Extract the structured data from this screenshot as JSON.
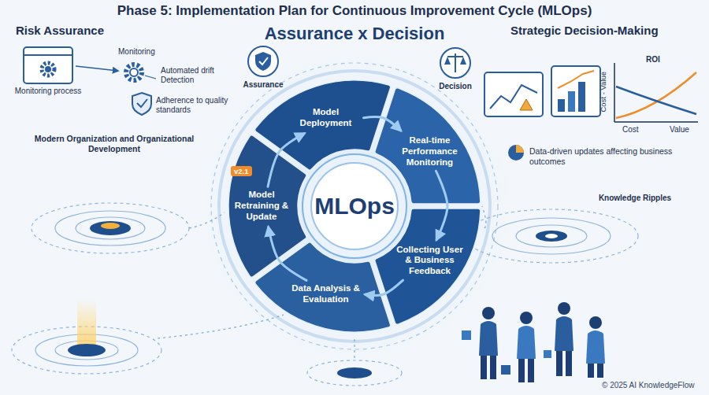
{
  "diagram": {
    "title": "Phase 5: Implementation Plan for Continuous Improvement Cycle (MLOps)",
    "nodes": [
      {
        "text": [
          "Model Deployment"
        ]
      },
      {
        "text": [
          "Real-time Performance Monitoring"
        ]
      },
      {
        "text": [
          "Collecting User & Business Feedback"
        ]
      },
      {
        "text": [
          "Data Analysis & Evaluation"
        ]
      },
      {
        "text": [
          "Model Retraining & Update"
        ]
      },
      {
        "text": [
          "MLOps"
        ]
      }
    ],
    "edges": [
      {
        "from": 0,
        "to": 1,
        "arrow": "to"
      },
      {
        "from": 1,
        "to": 2,
        "arrow": "to"
      },
      {
        "from": 2,
        "to": 3,
        "arrow": "to"
      },
      {
        "from": 3,
        "to": 4,
        "arrow": "to"
      },
      {
        "from": 4,
        "to": 0,
        "arrow": "to"
      }
    ],
    "labels": [
      "Assurance x Decision",
      "Risk Assurance",
      "Strategic Decision-Making",
      "Monitoring process",
      "Monitoring",
      "Automated drift Detection",
      "Adherence to quality standards",
      "Assurance",
      "Decision",
      "ROI",
      "Cost - Value",
      "Cost",
      "Value",
      "Data-driven updates affecting business outcomes",
      "Modern Organization and Organizational Development",
      "Knowledge Ripples",
      "v2.1",
      "© 2025 AI KnowledgeFlow"
    ]
  }
}
